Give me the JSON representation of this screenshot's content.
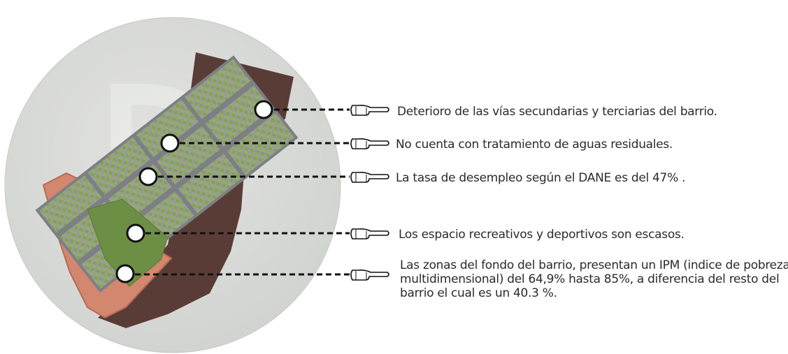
{
  "colors": {
    "circle_fill": "#dcdddb",
    "ground": "#5a3c37",
    "block": "#a8a8a8",
    "street": "#7d7f85",
    "roof_green": "#7fa646",
    "park": "#6d8e45",
    "border_brick": "#d3876e",
    "dashed_line": "#111111"
  },
  "icons": {
    "marker": "white-circle-marker",
    "pointer": "pointing-hand-icon"
  },
  "annotations": [
    {
      "id": "roads",
      "text": "Deterioro de las vías secundarias y terciarias del barrio."
    },
    {
      "id": "wastewater",
      "text": "No cuenta con tratamiento de aguas residuales."
    },
    {
      "id": "unemployment",
      "text": "La tasa de desempleo según el DANE es del 47% ."
    },
    {
      "id": "recreation",
      "text": "Los espacio recreativos y deportivos son escasos."
    },
    {
      "id": "poverty",
      "text": "Las zonas del fondo del barrio, presentan un IPM (indice de pobreza multidimensional) del 64,9% hasta 85%, a diferencia del resto del barrio el cual es un 40.3 %."
    }
  ]
}
